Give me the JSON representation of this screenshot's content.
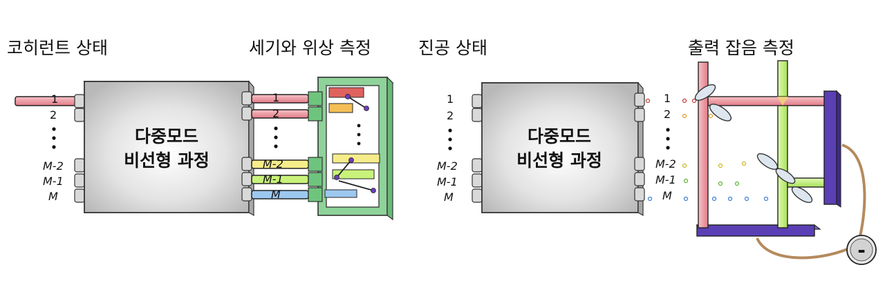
{
  "left_panel": {
    "title_input": "코히런트 상태",
    "title_measure": "세기와 위상 측정",
    "box_line1": "다중모드",
    "box_line2": "비선형 과정",
    "in_labels": [
      "1",
      "2",
      "M-2",
      "M-1",
      "M"
    ],
    "out_labels": [
      "1",
      "2",
      "M-2",
      "M-1",
      "M"
    ],
    "dots": "⋮"
  },
  "right_panel": {
    "title_input": "진공 상태",
    "title_measure": "출력 잡음 측정",
    "box_line1": "다중모드",
    "box_line2": "비선형 과정",
    "in_labels": [
      "1",
      "2",
      "M-2",
      "M-1",
      "M"
    ],
    "out_labels": [
      "1",
      "2",
      "M-2",
      "M-1",
      "M"
    ],
    "detector_symbol": "-",
    "dots": "⋮"
  },
  "colors": {
    "box": "#cfcfcf",
    "pink": "#f2a0a8",
    "green_frame": "#8ed39a",
    "yellow": "#f7ec8a",
    "lime": "#c8f27a",
    "blue": "#9cc8f0",
    "red_bar": "#e0625e",
    "orange_bar": "#f4bf56",
    "purple": "#6a3fb8",
    "tan": "#b58a5e"
  }
}
